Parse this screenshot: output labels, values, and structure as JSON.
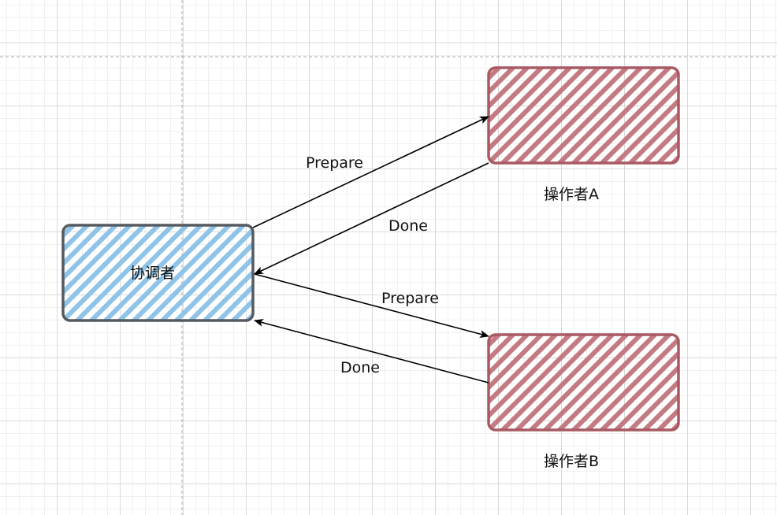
{
  "diagram": {
    "nodes": {
      "coordinator": {
        "label": "协调者",
        "fill_color": "#8fc4e8",
        "stroke_color": "#555a60"
      },
      "operator_a": {
        "label": "操作者A",
        "fill_color": "#c47a82",
        "stroke_color": "#a85a63"
      },
      "operator_b": {
        "label": "操作者B",
        "fill_color": "#c47a82",
        "stroke_color": "#a85a63"
      }
    },
    "edges": {
      "prepare_a": {
        "label": "Prepare",
        "from": "协调者",
        "to": "操作者A"
      },
      "done_a": {
        "label": "Done",
        "from": "操作者A",
        "to": "协调者"
      },
      "prepare_b": {
        "label": "Prepare",
        "from": "协调者",
        "to": "操作者B"
      },
      "done_b": {
        "label": "Done",
        "from": "操作者B",
        "to": "协调者"
      }
    }
  }
}
